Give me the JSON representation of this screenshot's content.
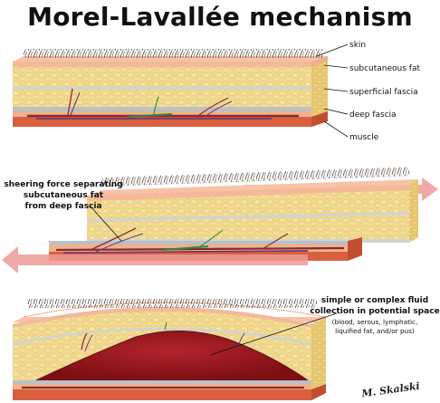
{
  "title": "Morel-Lavallée mechanism",
  "labels": {
    "skin": "skin",
    "subcutaneous_fat": "subcutaneous fat",
    "superficial_fascia": "superficial fascia",
    "deep_fascia": "deep fascia",
    "muscle": "muscle"
  },
  "shear_label": {
    "line1": "sheering force separating",
    "line2": "subcutaneous fat",
    "line3": "from deep fascia"
  },
  "fluid_label": {
    "line1": "simple or complex fluid",
    "line2": "collection in potential space",
    "line3": "(blood, serous, lymphatic,",
    "line4": "liquified fat, and/or pus)"
  },
  "signature": "M. Skalski",
  "colors": {
    "fat": "#f1d98e",
    "fat_dark": "#e2c066",
    "skin": "#f6c3a6",
    "fascia": "#cfd3d6",
    "muscle": "#d9603f",
    "arrow": "#ec9a97",
    "blood": "#a3171e"
  }
}
